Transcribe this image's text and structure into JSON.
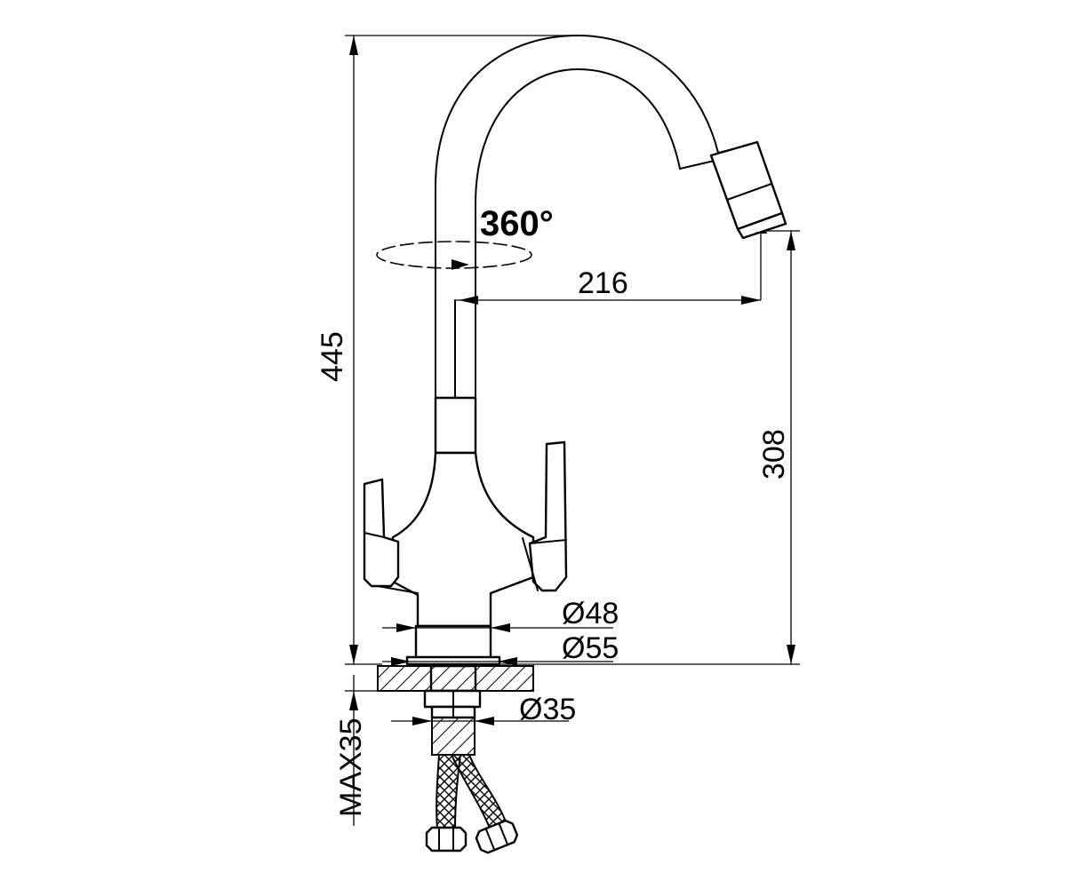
{
  "dimensions": {
    "total_height": "445",
    "spout_height": "308",
    "spout_reach": "216",
    "rotation": "360°",
    "body_diameter": "Ø48",
    "base_diameter": "Ø55",
    "hole_diameter": "Ø35",
    "max_countertop": "MAX35"
  },
  "colors": {
    "line": "#000000",
    "background": "#ffffff"
  }
}
